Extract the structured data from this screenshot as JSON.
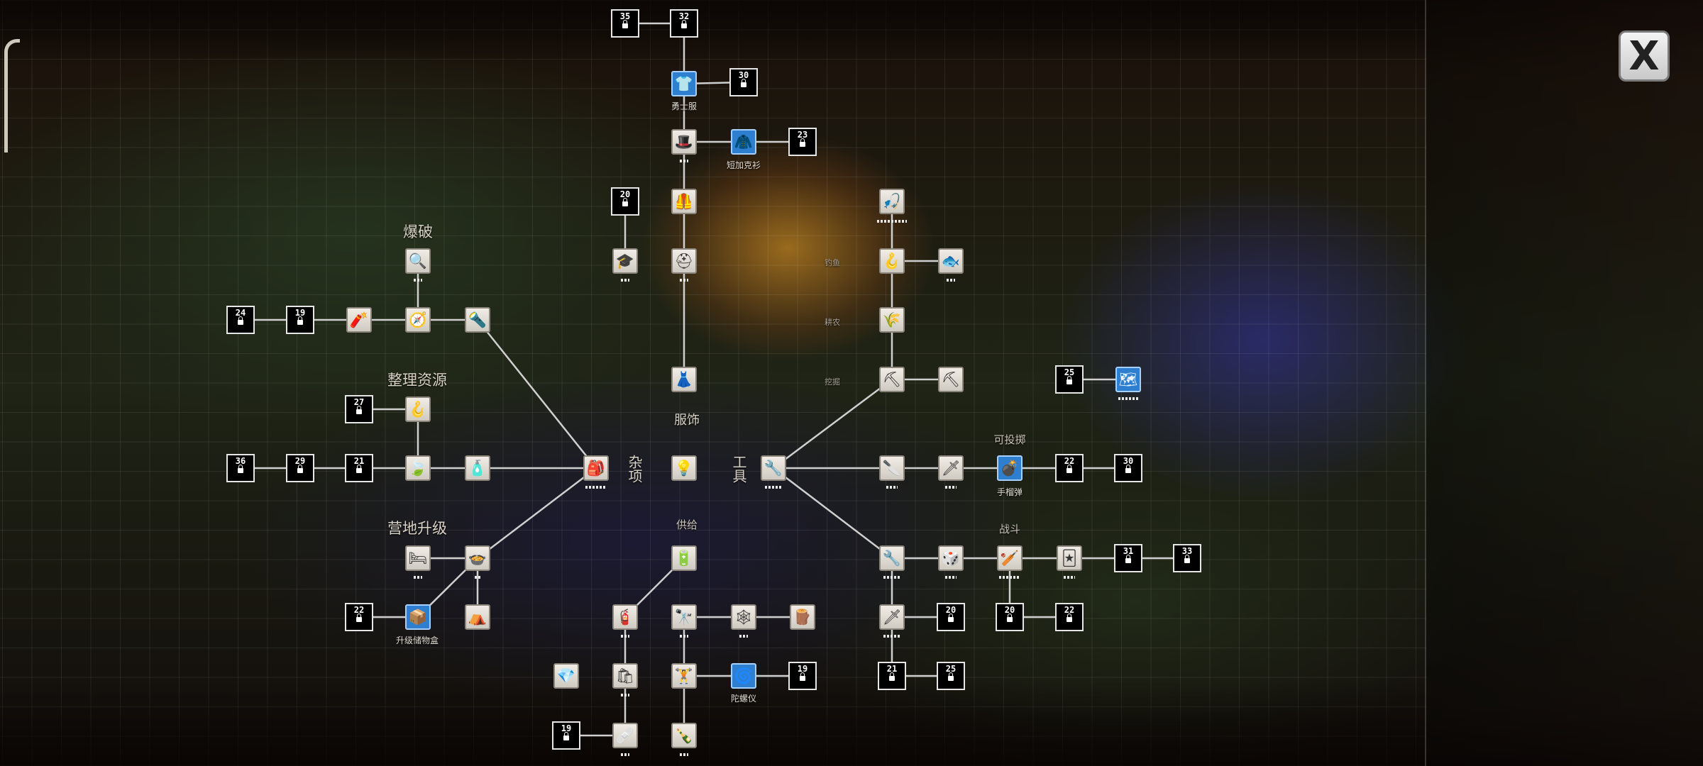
{
  "close_button": {
    "label": "X"
  },
  "categories": {
    "blasting": "爆破",
    "organize": "整理资源",
    "camp_upgrade": "营地升级",
    "misc": "杂项",
    "clothing": "服饰",
    "tools": "工具",
    "supply": "供给",
    "throwable": "可投掷",
    "combat": "战斗"
  },
  "sub_labels": {
    "fishing": "钓鱼",
    "farming": "耕农",
    "digging": "挖掘"
  },
  "item_names": {
    "warrior_suit": "勇士服",
    "short_jacket": "短加克衫",
    "storage_box_upgrade": "升级储物盒",
    "grenade": "手榴弹",
    "gyroscope": "陀螺仪"
  },
  "locks": [
    "35",
    "32",
    "30",
    "23",
    "20",
    "24",
    "19",
    "27",
    "36",
    "29",
    "21",
    "22",
    "25",
    "22",
    "30",
    "31",
    "33",
    "20",
    "20",
    "22",
    "21",
    "25",
    "19",
    "19"
  ]
}
